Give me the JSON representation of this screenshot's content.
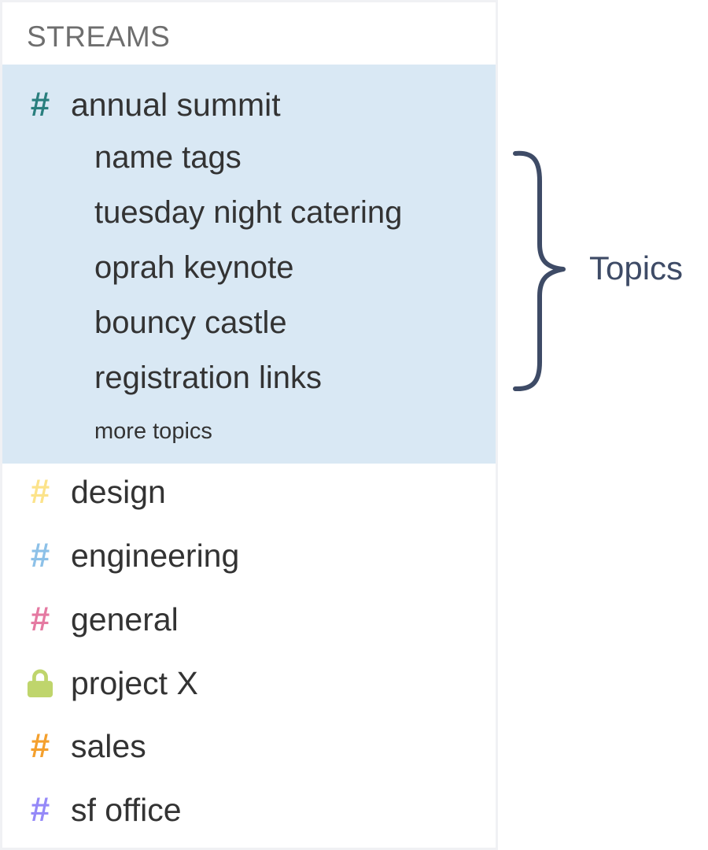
{
  "sidebar": {
    "header": "STREAMS",
    "active_stream": {
      "name": "annual summit",
      "icon": "hash-icon",
      "color": "#2a7f7e",
      "topics": [
        "name tags",
        "tuesday night catering",
        "oprah keynote",
        "bouncy castle",
        "registration links"
      ],
      "more_label": "more topics",
      "highlight_color": "#d9e8f4"
    },
    "streams": [
      {
        "name": "design",
        "icon": "hash-icon",
        "color": "#fce38a"
      },
      {
        "name": "engineering",
        "icon": "hash-icon",
        "color": "#8dc1e8"
      },
      {
        "name": "general",
        "icon": "hash-icon",
        "color": "#e57aa2"
      },
      {
        "name": "project X",
        "icon": "lock-icon",
        "color": "#bfd56c"
      },
      {
        "name": "sales",
        "icon": "hash-icon",
        "color": "#f4a02e"
      },
      {
        "name": "sf office",
        "icon": "hash-icon",
        "color": "#9589f8"
      }
    ]
  },
  "annotation": {
    "label": "Topics",
    "color": "#3e4b66"
  }
}
